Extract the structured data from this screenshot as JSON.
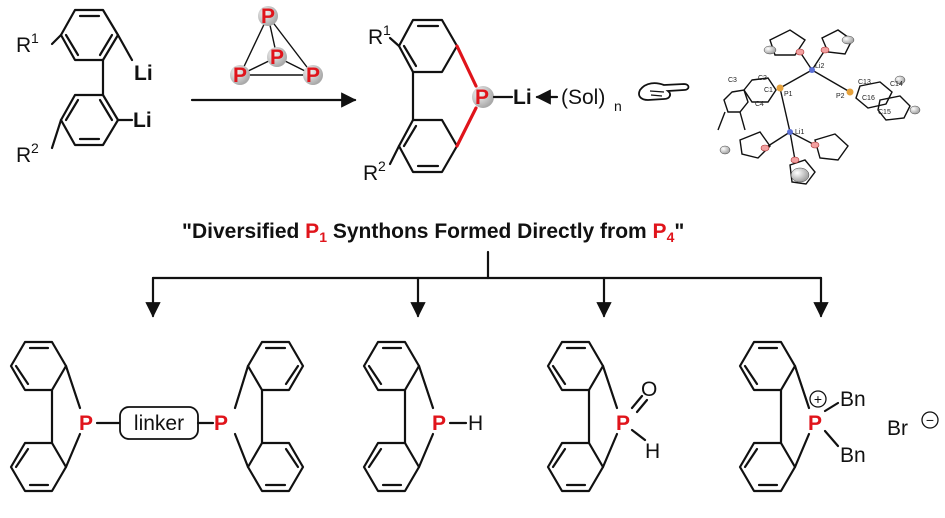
{
  "starting_material": {
    "R1": "R",
    "R1_sup": "1",
    "R2": "R",
    "R2_sup": "2",
    "Li_top": "Li",
    "Li_bottom": "Li"
  },
  "reagent": {
    "atom": "P"
  },
  "product": {
    "R1": "R",
    "R1_sup": "1",
    "R2": "R",
    "R2_sup": "2",
    "P": "P",
    "Li": "Li",
    "solvent": "(Sol)",
    "solvent_sub": "n"
  },
  "crystal_structure": {
    "labels": [
      "Li2",
      "C1",
      "C2",
      "C3",
      "C4",
      "P1",
      "P2",
      "C13",
      "C14",
      "C16",
      "C15",
      "Li1"
    ]
  },
  "headline": {
    "part1": "\"Diversified ",
    "p1": "P",
    "p1_sub": "1",
    "part2": " Synthons Formed Directly from ",
    "p4": "P",
    "p4_sub": "4",
    "part3": "\""
  },
  "derivatives": {
    "linker_label": "linker",
    "p_left": "P",
    "p_right": "P",
    "phosphine_P": "P",
    "phosphine_H": "H",
    "oxide_P": "P",
    "oxide_O": "O",
    "oxide_H": "H",
    "phosphonium_P": "P",
    "phosphonium_Bn1": "Bn",
    "phosphonium_Bn2": "Bn",
    "charge_plus": "+",
    "counterion": "Br",
    "charge_minus": "−"
  },
  "colors": {
    "phosphorus": "#e0141b",
    "bond": "#111111",
    "sphere": "#c8c8c8"
  }
}
